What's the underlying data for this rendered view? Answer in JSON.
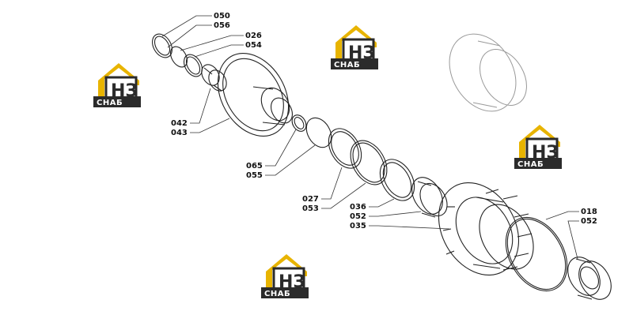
{
  "diagram": {
    "part_labels": [
      {
        "id": "050",
        "text": "050"
      },
      {
        "id": "056",
        "text": "056"
      },
      {
        "id": "026",
        "text": "026"
      },
      {
        "id": "054",
        "text": "054"
      },
      {
        "id": "042",
        "text": "042"
      },
      {
        "id": "043",
        "text": "043"
      },
      {
        "id": "065",
        "text": "065"
      },
      {
        "id": "055",
        "text": "055"
      },
      {
        "id": "027",
        "text": "027"
      },
      {
        "id": "053",
        "text": "053"
      },
      {
        "id": "036",
        "text": "036"
      },
      {
        "id": "052a",
        "text": "052"
      },
      {
        "id": "035",
        "text": "035"
      },
      {
        "id": "018",
        "text": "018"
      },
      {
        "id": "052b",
        "text": "052"
      }
    ]
  },
  "watermark": {
    "logo_letters": "НЗ",
    "logo_word": "СНАБ",
    "color_gold": "#e8b400",
    "color_dark": "#2b2b2b"
  }
}
